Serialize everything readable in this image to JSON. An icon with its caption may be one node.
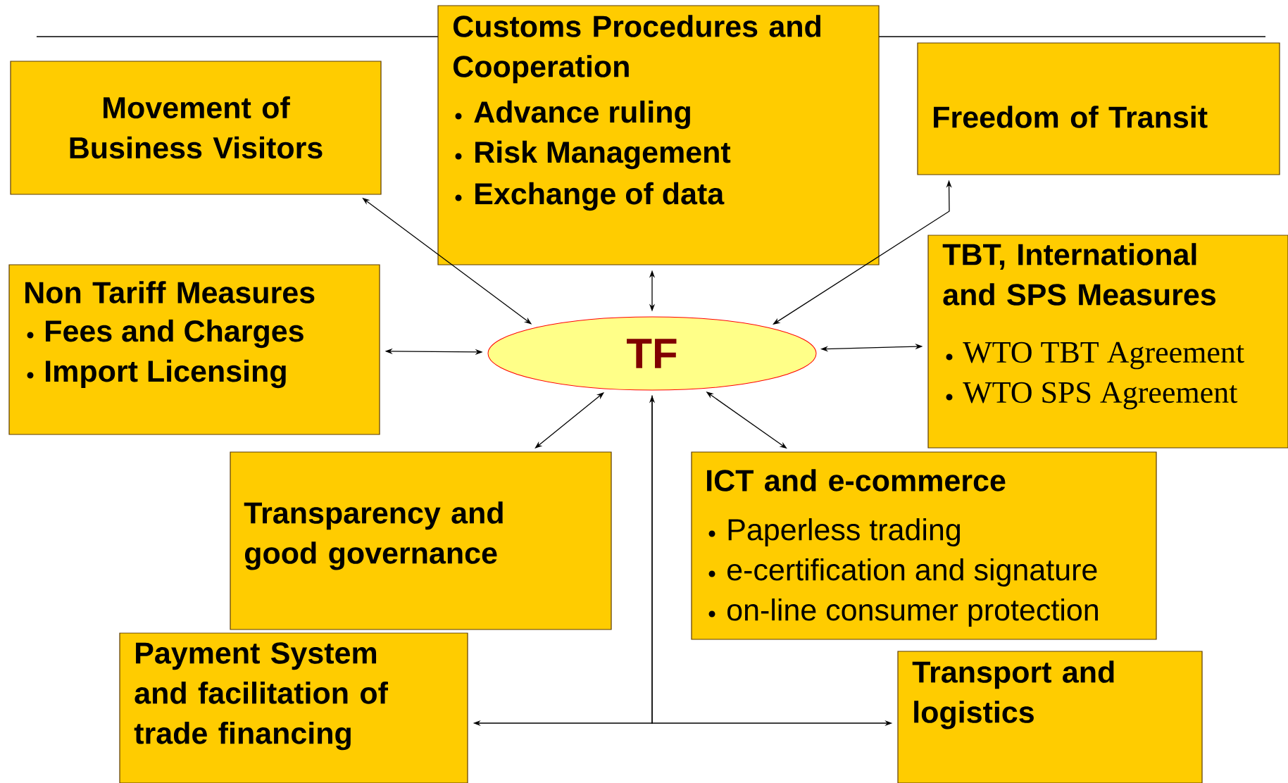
{
  "diagram": {
    "nodes": [
      {
        "text": [
          "Movement of Business Visitors"
        ]
      },
      {
        "text": [
          "Customs Procedures and Cooperation",
          "Advance ruling",
          "Risk Management",
          "Exchange of data"
        ]
      },
      {
        "text": [
          "Freedom of Transit"
        ]
      },
      {
        "text": [
          "Non Tariff Measures",
          "Fees and Charges",
          "Import Licensing"
        ]
      },
      {
        "text": [
          "TF"
        ]
      },
      {
        "text": [
          "TBT, International and SPS Measures",
          "WTO TBT Agreement",
          "WTO SPS Agreement"
        ]
      },
      {
        "text": [
          "Transparency and good governance"
        ]
      },
      {
        "text": [
          "ICT and e-commerce",
          "Paperless trading",
          "e-certification and signature",
          "on-line consumer protection"
        ]
      },
      {
        "text": [
          "Payment System and facilitation of trade financing"
        ]
      },
      {
        "text": [
          "Transport and logistics"
        ]
      }
    ],
    "edges": [
      {
        "from": 0,
        "to": 4,
        "arrow": "both"
      },
      {
        "from": 1,
        "to": 4,
        "arrow": "both"
      },
      {
        "from": 2,
        "to": 4,
        "arrow": "both"
      },
      {
        "from": 3,
        "to": 4,
        "arrow": "both"
      },
      {
        "from": 5,
        "to": 4,
        "arrow": "both"
      },
      {
        "from": 6,
        "to": 4,
        "arrow": "both"
      },
      {
        "from": 7,
        "to": 4,
        "arrow": "both"
      },
      {
        "from": 8,
        "to": 4,
        "arrow": "both"
      },
      {
        "from": 4,
        "to": 9,
        "arrow": "to"
      }
    ]
  }
}
